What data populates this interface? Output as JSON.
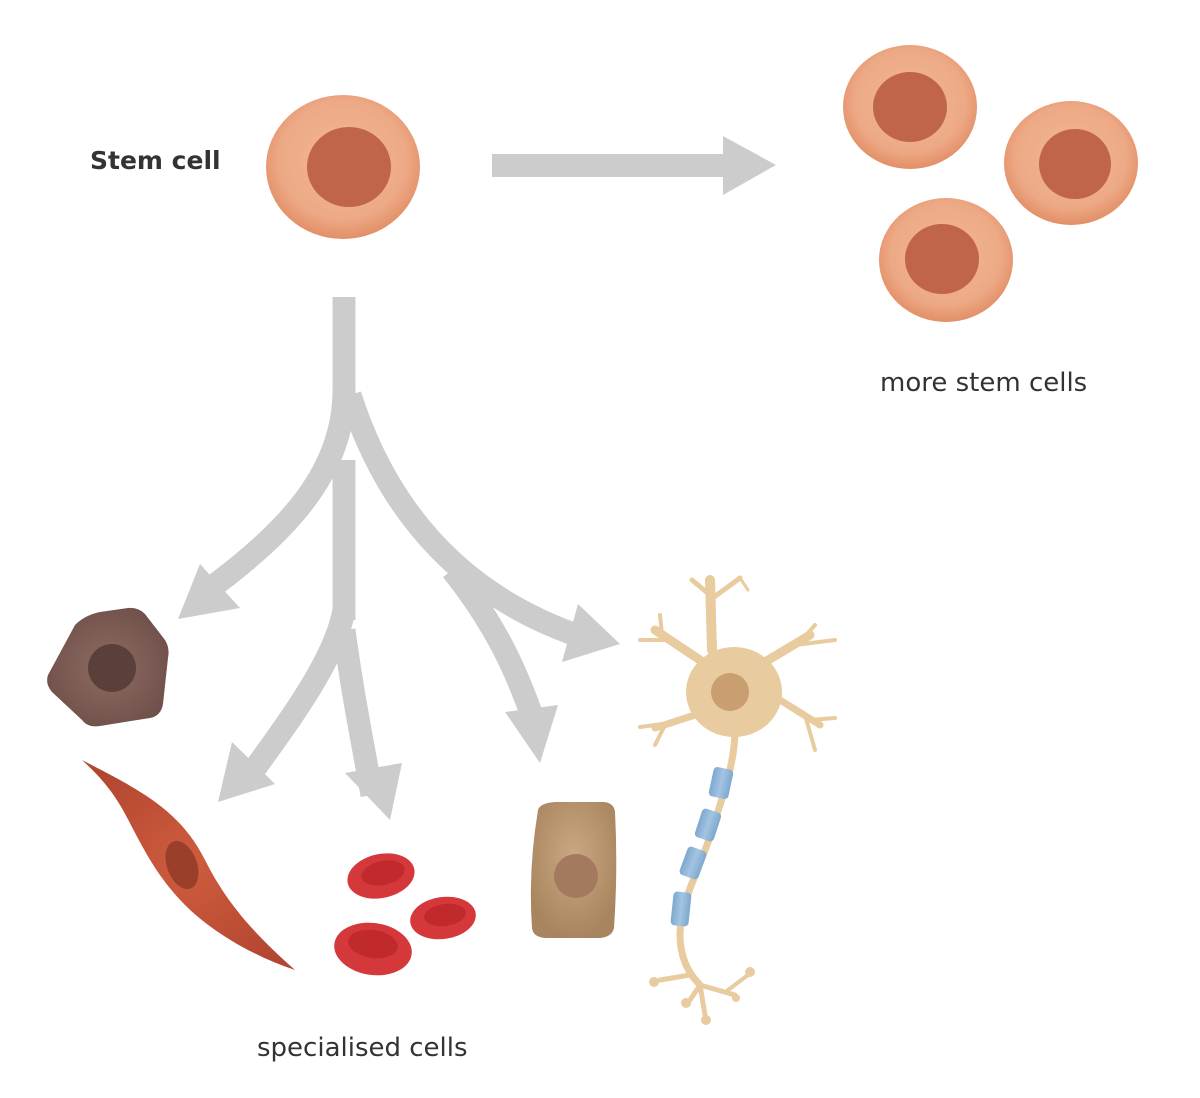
{
  "labels": {
    "stem_cell": "Stem cell",
    "more_stem_cells": "more stem cells",
    "specialised_cells": "specialised cells"
  },
  "colors": {
    "arrow": "#cccccc",
    "stem_cytoplasm_light": "#f0b08c",
    "stem_cytoplasm_dark": "#e5936b",
    "stem_nucleus": "#c1654a",
    "bone_cell": "#7b5a52",
    "bone_nucleus": "#5a3f3a",
    "muscle_cell": "#c4553a",
    "muscle_nucleus": "#9a3f2a",
    "red_blood_cell": "#d5383a",
    "red_blood_cell_center": "#c12a2d",
    "epithelial_cell": "#bf9e7a",
    "epithelial_nucleus": "#a37a5f",
    "neuron": "#e8cb9e",
    "neuron_nucleus": "#c99e70",
    "myelin": "#8fb6d8",
    "text": "#333333"
  },
  "cells": {
    "source": "stem cell",
    "self_renewal": [
      "stem cell",
      "stem cell",
      "stem cell"
    ],
    "specialised": [
      "bone cell",
      "muscle cell",
      "red blood cells",
      "epithelial cell",
      "nerve cell"
    ]
  }
}
